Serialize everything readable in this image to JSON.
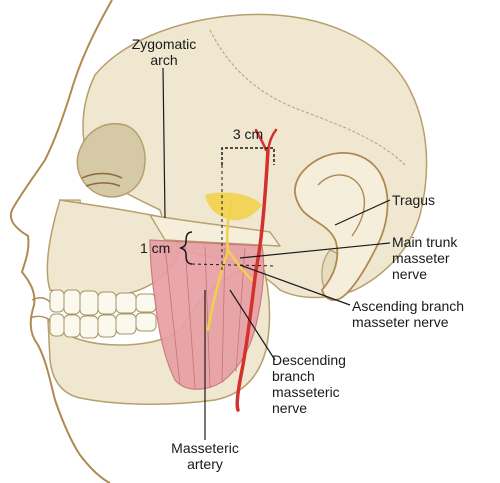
{
  "labels": {
    "zygomatic_arch": [
      "Zygomatic",
      "arch"
    ],
    "dim_3cm": "3 cm",
    "tragus": "Tragus",
    "dim_1cm": "1 cm",
    "main_trunk": [
      "Main trunk",
      "masseter",
      "nerve"
    ],
    "ascending": [
      "Ascending branch",
      "masseter nerve"
    ],
    "descending": [
      "Descending",
      "branch",
      "masseteric",
      "nerve"
    ],
    "masseteric_artery": [
      "Masseteric",
      "artery"
    ]
  },
  "colors": {
    "bone": "#efe7cf",
    "bone_shadow": "#d6c9a6",
    "outline": "#b79f6e",
    "muscle": "#e8a0a4",
    "artery": "#d2322d",
    "nerve": "#f2d14a",
    "leader": "#1a1a1a",
    "skin_line": "#b08a52"
  }
}
